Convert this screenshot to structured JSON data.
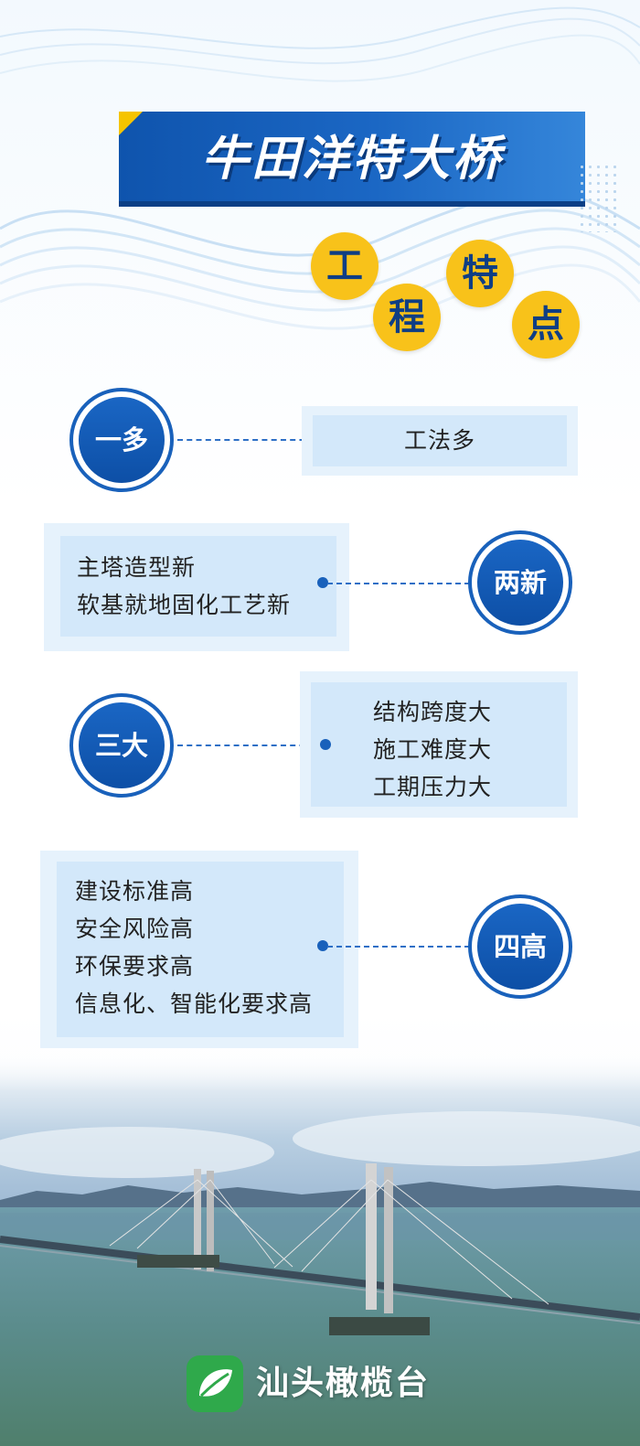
{
  "title": "牛田洋特大桥",
  "subtitle_chars": [
    "工",
    "程",
    "特",
    "点"
  ],
  "items": [
    {
      "label": "一多",
      "lines": [
        "工法多"
      ]
    },
    {
      "label": "两新",
      "lines": [
        "主塔造型新",
        "软基就地固化工艺新"
      ]
    },
    {
      "label": "三大",
      "lines": [
        "结构跨度大",
        "施工难度大",
        "工期压力大"
      ]
    },
    {
      "label": "四高",
      "lines": [
        "建设标准高",
        "安全风险高",
        "环保要求高",
        "信息化、智能化要求高"
      ]
    }
  ],
  "brand": {
    "name": "汕头橄榄台",
    "icon": "olive-leaf-icon"
  },
  "colors": {
    "primary_blue": "#1961bb",
    "accent_yellow": "#f8c21a",
    "box_bg": "#d3e8fa",
    "brand_green": "#2fa94b"
  }
}
